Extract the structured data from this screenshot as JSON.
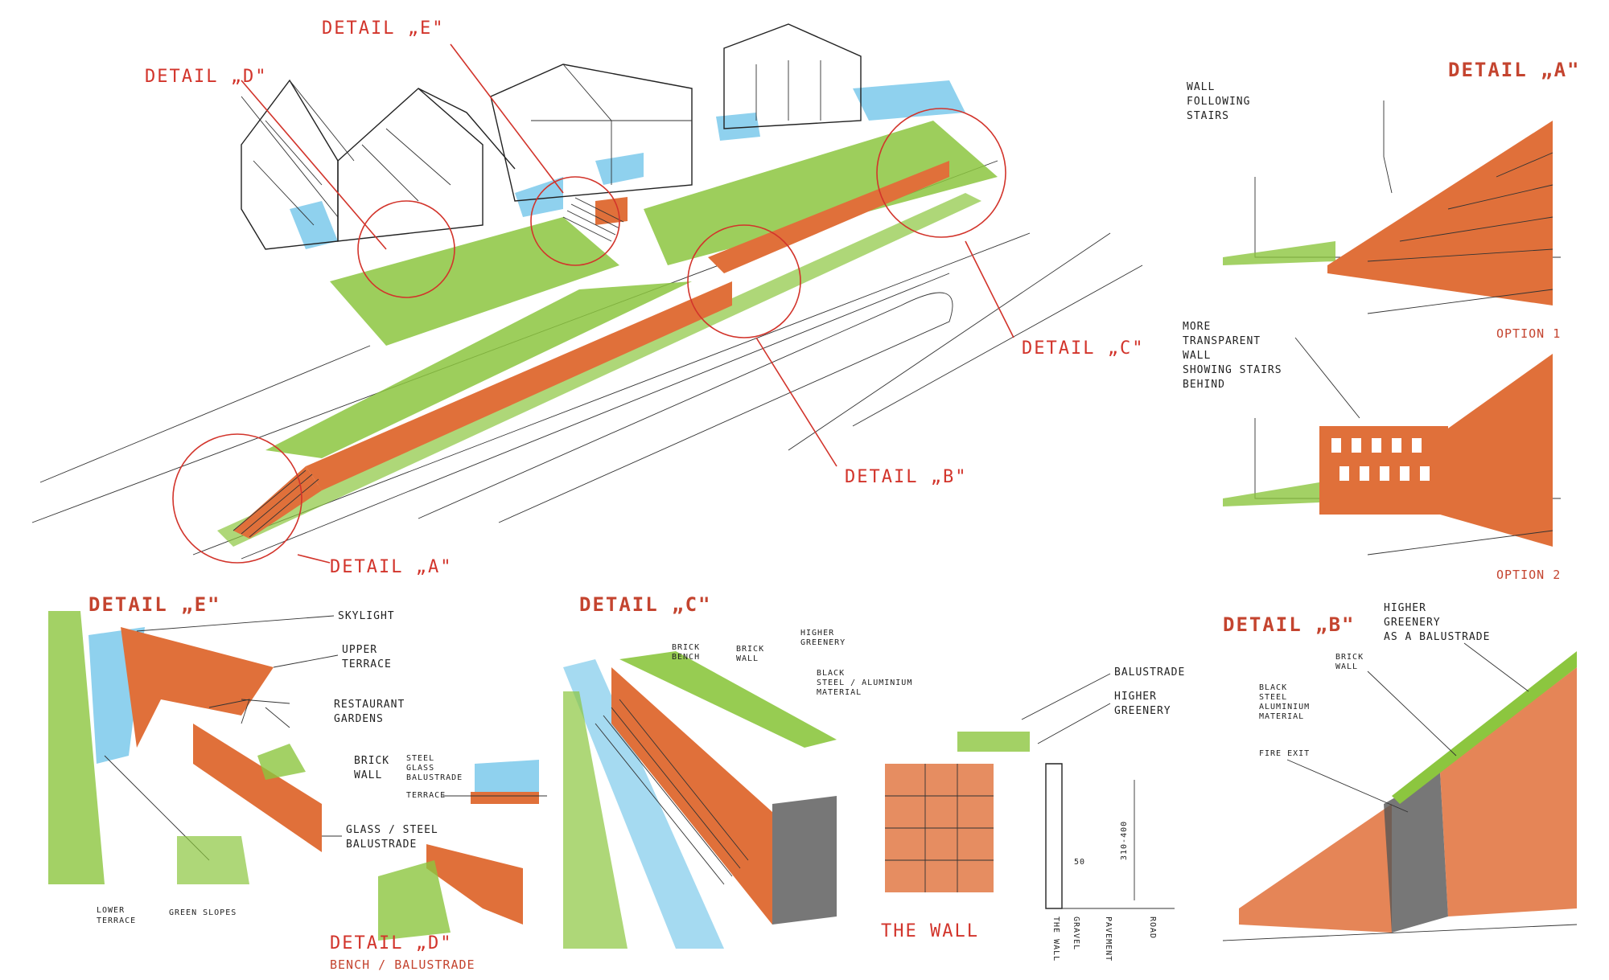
{
  "overview": {
    "detail_a": "DETAIL „A\"",
    "detail_b": "DETAIL „B\"",
    "detail_c": "DETAIL „C\"",
    "detail_d": "DETAIL „D\"",
    "detail_e": "DETAIL „E\""
  },
  "panel_a": {
    "title": "DETAIL „A\"",
    "note_wall": [
      "WALL",
      "FOLLOWING",
      "STAIRS"
    ],
    "note_transparent": [
      "MORE",
      "TRANSPARENT",
      "WALL",
      "SHOWING STAIRS",
      "BEHIND"
    ],
    "option1": "OPTION 1",
    "option2": "OPTION 2"
  },
  "panel_e": {
    "title": "DETAIL „E\"",
    "notes": {
      "skylight": "SKYLIGHT",
      "upper_terrace": [
        "UPPER",
        "TERRACE"
      ],
      "restaurant": [
        "RESTAURANT",
        "GARDENS"
      ],
      "brick_wall": [
        "BRICK",
        "WALL"
      ],
      "glass_steel": [
        "GLASS / STEEL",
        "BALUSTRADE"
      ],
      "steel_glass_balustrade": [
        "STEEL",
        "GLASS",
        "BALUSTRADE"
      ],
      "terrace": "TERRACE",
      "lower_terrace": [
        "LOWER",
        "TERRACE"
      ],
      "green_slopes": "GREEN SLOPES"
    },
    "detail_d_title": "DETAIL „D\"",
    "detail_d_sub": "BENCH / BALUSTRADE"
  },
  "panel_c": {
    "title": "DETAIL „C\"",
    "notes": {
      "brick_bench": [
        "BRICK",
        "BENCH"
      ],
      "brick_wall": [
        "BRICK",
        "WALL"
      ],
      "higher_greenery": [
        "HIGHER",
        "GREENERY"
      ],
      "black_steel": [
        "BLACK",
        "STEEL / ALUMINIUM",
        "MATERIAL"
      ],
      "balustrade": "BALUSTRADE",
      "higher_greenery2": [
        "HIGHER",
        "GREENERY"
      ]
    },
    "the_wall": "THE WALL",
    "section_labels": [
      "THE WALL",
      "GRAVEL",
      "PAVEMENT",
      "ROAD"
    ],
    "dim_height": "310-400",
    "dim_width": "50"
  },
  "panel_b": {
    "title": "DETAIL „B\"",
    "notes": {
      "higher_greenery": [
        "HIGHER",
        "GREENERY",
        "AS A BALUSTRADE"
      ],
      "brick_wall": [
        "BRICK",
        "WALL"
      ],
      "black_steel": [
        "BLACK",
        "STEEL",
        "ALUMINIUM",
        "MATERIAL"
      ],
      "fire_exit": "FIRE EXIT"
    }
  },
  "colors": {
    "brick": "#e0703a",
    "grass": "#8cc63f",
    "glass": "#8fd1ee",
    "red_label": "#d2342b"
  }
}
